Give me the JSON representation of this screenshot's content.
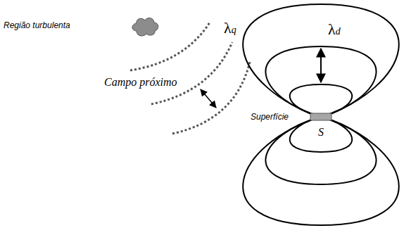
{
  "diagram": {
    "labels": [
      "Região turbulenta",
      "λq",
      "Campo próximo",
      "λd",
      "Superfície",
      "S"
    ]
  }
}
